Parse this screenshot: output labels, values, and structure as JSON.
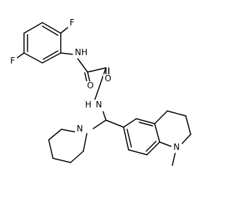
{
  "molecule": {
    "atoms": {
      "F_top": "F",
      "F_left": "F",
      "NH_top": "NH",
      "O_left": "O",
      "O_right": "O",
      "NH_mid": "N",
      "N_mid_H": "H",
      "N_piperidine": "N",
      "N_quinoline": "N"
    },
    "colors": {
      "bond": "#000000",
      "label": "#000000",
      "background": "#ffffff"
    }
  }
}
